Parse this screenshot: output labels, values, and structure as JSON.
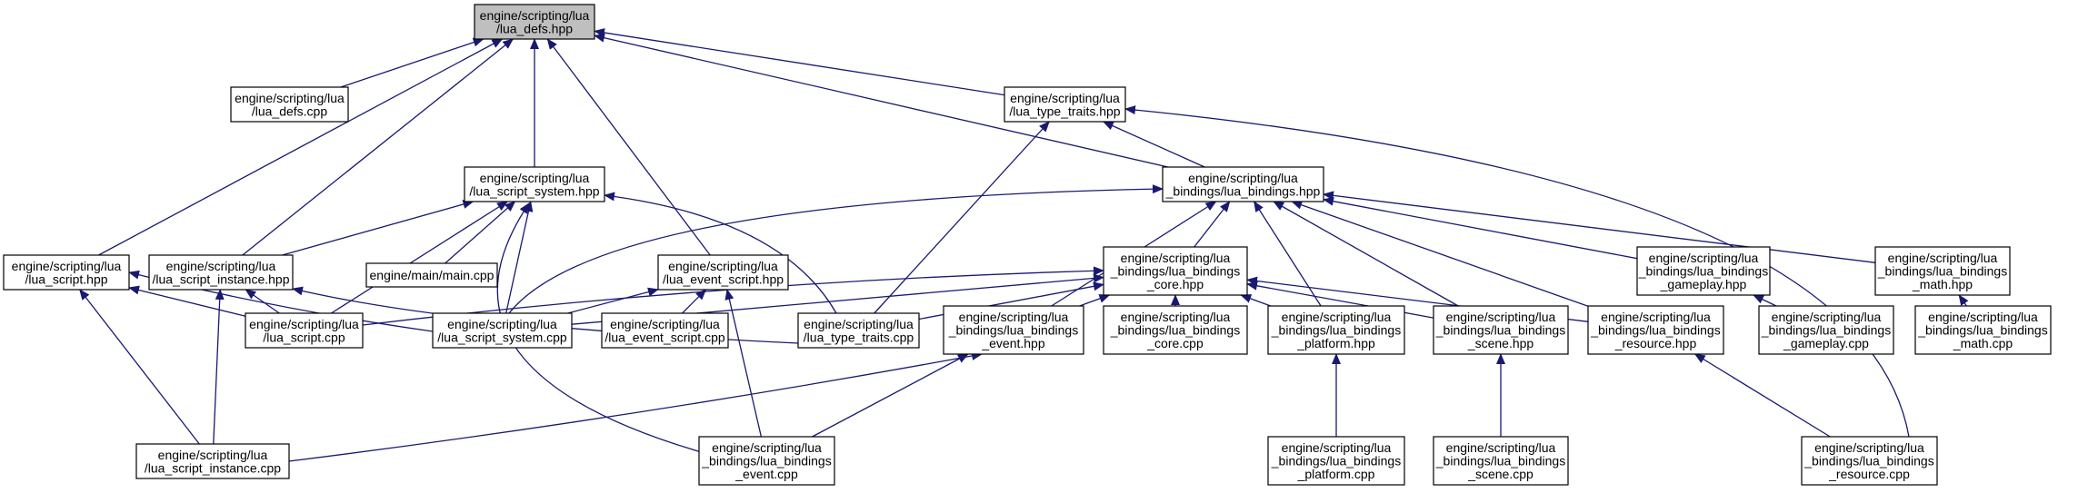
{
  "colors": {
    "edge": "#191970",
    "root_fill": "#bfbfbf",
    "node_fill": "#ffffff"
  },
  "nodes": [
    {
      "id": "lua_defs_hpp",
      "lines": [
        "engine/scripting/lua",
        "/lua_defs.hpp"
      ]
    },
    {
      "id": "lua_defs_cpp",
      "lines": [
        "engine/scripting/lua",
        "/lua_defs.cpp"
      ]
    },
    {
      "id": "lua_type_traits_hpp",
      "lines": [
        "engine/scripting/lua",
        "/lua_type_traits.hpp"
      ]
    },
    {
      "id": "lua_script_system_hpp",
      "lines": [
        "engine/scripting/lua",
        "/lua_script_system.hpp"
      ]
    },
    {
      "id": "lua_bindings_hpp",
      "lines": [
        "engine/scripting/lua",
        "_bindings/lua_bindings.hpp"
      ]
    },
    {
      "id": "lua_script_hpp",
      "lines": [
        "engine/scripting/lua",
        "/lua_script.hpp"
      ]
    },
    {
      "id": "lua_script_instance_hpp",
      "lines": [
        "engine/scripting/lua",
        "/lua_script_instance.hpp"
      ]
    },
    {
      "id": "main_cpp",
      "lines": [
        "engine/main/main.cpp"
      ]
    },
    {
      "id": "lua_event_script_hpp",
      "lines": [
        "engine/scripting/lua",
        "/lua_event_script.hpp"
      ]
    },
    {
      "id": "lua_bindings_core_hpp",
      "lines": [
        "engine/scripting/lua",
        "_bindings/lua_bindings",
        "_core.hpp"
      ]
    },
    {
      "id": "lua_bindings_gameplay_hpp",
      "lines": [
        "engine/scripting/lua",
        "_bindings/lua_bindings",
        "_gameplay.hpp"
      ]
    },
    {
      "id": "lua_bindings_math_hpp",
      "lines": [
        "engine/scripting/lua",
        "_bindings/lua_bindings",
        "_math.hpp"
      ]
    },
    {
      "id": "lua_script_cpp",
      "lines": [
        "engine/scripting/lua",
        "/lua_script.cpp"
      ]
    },
    {
      "id": "lua_script_system_cpp",
      "lines": [
        "engine/scripting/lua",
        "/lua_script_system.cpp"
      ]
    },
    {
      "id": "lua_event_script_cpp",
      "lines": [
        "engine/scripting/lua",
        "/lua_event_script.cpp"
      ]
    },
    {
      "id": "lua_type_traits_cpp",
      "lines": [
        "engine/scripting/lua",
        "/lua_type_traits.cpp"
      ]
    },
    {
      "id": "lua_bindings_event_hpp",
      "lines": [
        "engine/scripting/lua",
        "_bindings/lua_bindings",
        "_event.hpp"
      ]
    },
    {
      "id": "lua_bindings_core_cpp",
      "lines": [
        "engine/scripting/lua",
        "_bindings/lua_bindings",
        "_core.cpp"
      ]
    },
    {
      "id": "lua_bindings_platform_hpp",
      "lines": [
        "engine/scripting/lua",
        "_bindings/lua_bindings",
        "_platform.hpp"
      ]
    },
    {
      "id": "lua_bindings_scene_hpp",
      "lines": [
        "engine/scripting/lua",
        "_bindings/lua_bindings",
        "_scene.hpp"
      ]
    },
    {
      "id": "lua_bindings_resource_hpp",
      "lines": [
        "engine/scripting/lua",
        "_bindings/lua_bindings",
        "_resource.hpp"
      ]
    },
    {
      "id": "lua_bindings_gameplay_cpp",
      "lines": [
        "engine/scripting/lua",
        "_bindings/lua_bindings",
        "_gameplay.cpp"
      ]
    },
    {
      "id": "lua_bindings_math_cpp",
      "lines": [
        "engine/scripting/lua",
        "_bindings/lua_bindings",
        "_math.cpp"
      ]
    },
    {
      "id": "lua_script_instance_cpp",
      "lines": [
        "engine/scripting/lua",
        "/lua_script_instance.cpp"
      ]
    },
    {
      "id": "lua_bindings_event_cpp",
      "lines": [
        "engine/scripting/lua",
        "_bindings/lua_bindings",
        "_event.cpp"
      ]
    },
    {
      "id": "lua_bindings_platform_cpp",
      "lines": [
        "engine/scripting/lua",
        "_bindings/lua_bindings",
        "_platform.cpp"
      ]
    },
    {
      "id": "lua_bindings_scene_cpp",
      "lines": [
        "engine/scripting/lua",
        "_bindings/lua_bindings",
        "_scene.cpp"
      ]
    },
    {
      "id": "lua_bindings_resource_cpp",
      "lines": [
        "engine/scripting/lua",
        "_bindings/lua_bindings",
        "_resource.cpp"
      ]
    }
  ],
  "edges": [
    {
      "from": "lua_defs_cpp",
      "to": "lua_defs_hpp"
    },
    {
      "from": "lua_type_traits_hpp",
      "to": "lua_defs_hpp"
    },
    {
      "from": "lua_script_system_hpp",
      "to": "lua_defs_hpp"
    },
    {
      "from": "lua_bindings_hpp",
      "to": "lua_defs_hpp"
    },
    {
      "from": "lua_script_hpp",
      "to": "lua_defs_hpp"
    },
    {
      "from": "lua_script_instance_hpp",
      "to": "lua_defs_hpp"
    },
    {
      "from": "lua_event_script_hpp",
      "to": "lua_defs_hpp"
    },
    {
      "from": "lua_bindings_hpp",
      "to": "lua_type_traits_hpp"
    },
    {
      "from": "lua_type_traits_cpp",
      "to": "lua_type_traits_hpp"
    },
    {
      "from": "lua_bindings_resource_cpp",
      "to": "lua_type_traits_hpp"
    },
    {
      "from": "lua_script_instance_hpp",
      "to": "lua_script_system_hpp"
    },
    {
      "from": "main_cpp",
      "to": "lua_script_system_hpp"
    },
    {
      "from": "lua_script_cpp",
      "to": "lua_script_system_hpp"
    },
    {
      "from": "lua_script_system_cpp",
      "to": "lua_script_system_hpp"
    },
    {
      "from": "lua_type_traits_cpp",
      "to": "lua_script_system_hpp"
    },
    {
      "from": "lua_bindings_event_cpp",
      "to": "lua_script_system_hpp"
    },
    {
      "from": "lua_bindings_core_hpp",
      "to": "lua_bindings_hpp"
    },
    {
      "from": "lua_bindings_gameplay_hpp",
      "to": "lua_bindings_hpp"
    },
    {
      "from": "lua_bindings_math_hpp",
      "to": "lua_bindings_hpp"
    },
    {
      "from": "lua_script_system_cpp",
      "to": "lua_bindings_hpp"
    },
    {
      "from": "lua_bindings_event_hpp",
      "to": "lua_bindings_hpp"
    },
    {
      "from": "lua_bindings_platform_hpp",
      "to": "lua_bindings_hpp"
    },
    {
      "from": "lua_bindings_scene_hpp",
      "to": "lua_bindings_hpp"
    },
    {
      "from": "lua_bindings_resource_hpp",
      "to": "lua_bindings_hpp"
    },
    {
      "from": "lua_script_cpp",
      "to": "lua_script_hpp"
    },
    {
      "from": "lua_script_system_cpp",
      "to": "lua_script_hpp"
    },
    {
      "from": "lua_script_instance_cpp",
      "to": "lua_script_hpp"
    },
    {
      "from": "lua_script_cpp",
      "to": "lua_script_instance_hpp"
    },
    {
      "from": "lua_type_traits_cpp",
      "to": "lua_script_instance_hpp"
    },
    {
      "from": "lua_script_instance_cpp",
      "to": "lua_script_instance_hpp"
    },
    {
      "from": "lua_script_system_cpp",
      "to": "lua_event_script_hpp"
    },
    {
      "from": "lua_event_script_cpp",
      "to": "lua_event_script_hpp"
    },
    {
      "from": "lua_bindings_event_cpp",
      "to": "lua_event_script_hpp"
    },
    {
      "from": "lua_script_cpp",
      "to": "lua_bindings_core_hpp"
    },
    {
      "from": "lua_script_system_cpp",
      "to": "lua_bindings_core_hpp"
    },
    {
      "from": "lua_type_traits_cpp",
      "to": "lua_bindings_core_hpp"
    },
    {
      "from": "lua_bindings_event_hpp",
      "to": "lua_bindings_core_hpp"
    },
    {
      "from": "lua_bindings_core_cpp",
      "to": "lua_bindings_core_hpp"
    },
    {
      "from": "lua_bindings_platform_hpp",
      "to": "lua_bindings_core_hpp"
    },
    {
      "from": "lua_bindings_scene_hpp",
      "to": "lua_bindings_core_hpp"
    },
    {
      "from": "lua_bindings_resource_hpp",
      "to": "lua_bindings_core_hpp"
    },
    {
      "from": "lua_bindings_gameplay_cpp",
      "to": "lua_bindings_gameplay_hpp"
    },
    {
      "from": "lua_bindings_math_cpp",
      "to": "lua_bindings_math_hpp"
    },
    {
      "from": "lua_script_instance_cpp",
      "to": "lua_bindings_event_hpp"
    },
    {
      "from": "lua_bindings_event_cpp",
      "to": "lua_bindings_event_hpp"
    },
    {
      "from": "lua_bindings_platform_cpp",
      "to": "lua_bindings_platform_hpp"
    },
    {
      "from": "lua_bindings_scene_cpp",
      "to": "lua_bindings_scene_hpp"
    },
    {
      "from": "lua_bindings_resource_cpp",
      "to": "lua_bindings_resource_hpp"
    }
  ]
}
